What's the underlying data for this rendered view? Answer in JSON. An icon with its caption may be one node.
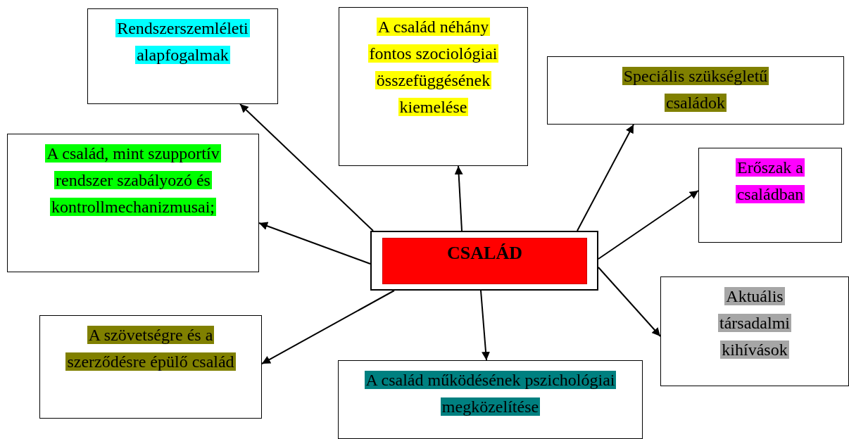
{
  "diagram": {
    "nodes": [
      {
        "text": [
          "CSALÁD"
        ]
      },
      {
        "text": [
          "Rendszerszemléleti alapfogalmak"
        ]
      },
      {
        "text": [
          "A család néhány fontos szociológiai összefüggésének kiemelése"
        ]
      },
      {
        "text": [
          "Speciális szükségletű családok"
        ]
      },
      {
        "text": [
          "Erőszak a családban"
        ]
      },
      {
        "text": [
          "Aktuális társadalmi kihívások"
        ]
      },
      {
        "text": [
          "A család működésének pszichológiai megközelítése"
        ]
      },
      {
        "text": [
          "A szövetségre és a szerződésre épülő család"
        ]
      },
      {
        "text": [
          "A család, mint szupportív rendszer szabályozó és kontrollmechanizmusai;"
        ]
      }
    ],
    "edges": [
      {
        "from": 0,
        "to": 1,
        "arrow": "to"
      },
      {
        "from": 0,
        "to": 2,
        "arrow": "to"
      },
      {
        "from": 0,
        "to": 3,
        "arrow": "to"
      },
      {
        "from": 0,
        "to": 4,
        "arrow": "to"
      },
      {
        "from": 0,
        "to": 5,
        "arrow": "to"
      },
      {
        "from": 0,
        "to": 6,
        "arrow": "to"
      },
      {
        "from": 0,
        "to": 7,
        "arrow": "to"
      },
      {
        "from": 0,
        "to": 8,
        "arrow": "to"
      }
    ]
  }
}
